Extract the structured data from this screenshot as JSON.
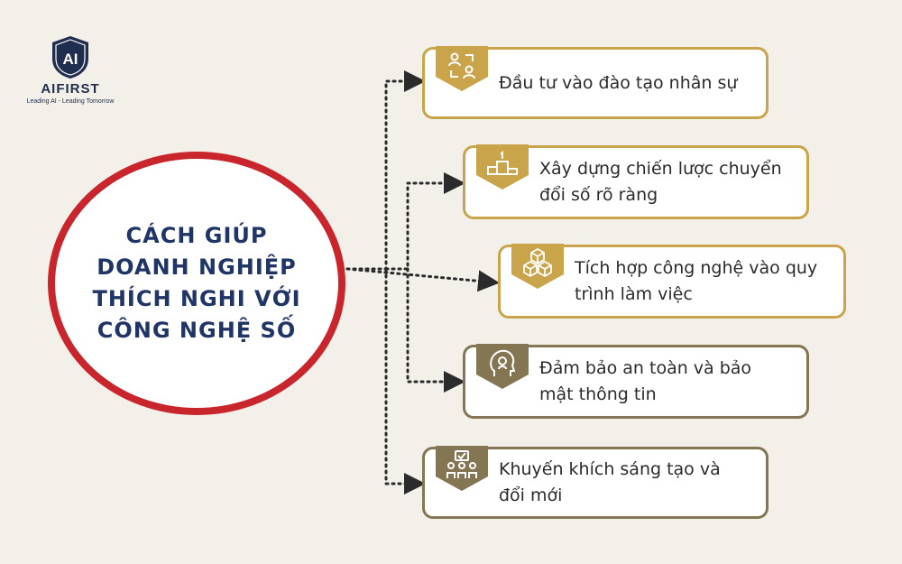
{
  "logo": {
    "mark": "AI",
    "name": "AIFIRST",
    "tagline": "Leading AI - Leading Tomorrow"
  },
  "center": {
    "title": "CÁCH GIÚP\nDOANH NGHIỆP\nTHÍCH NGHI VỚI\nCÔNG NGHỆ SỐ"
  },
  "colors": {
    "background": "#f3efe9",
    "circle_border": "#c8252c",
    "title": "#1f3566",
    "card_border_gold": "#c9a44a",
    "card_border_olive": "#847553",
    "badge_gold": "#c9a44a",
    "badge_olive": "#847553"
  },
  "items": [
    {
      "text": "Đầu tư vào đào tạo nhân sự",
      "icon": "people-exchange-icon",
      "tone": "gold"
    },
    {
      "text": "Xây dựng chiến lược chuyển\nđổi số rõ ràng",
      "icon": "podium-icon",
      "tone": "gold"
    },
    {
      "text": "Tích hợp công nghệ vào quy\ntrình làm việc",
      "icon": "cubes-icon",
      "tone": "gold"
    },
    {
      "text": "Đảm bảo an toàn và bảo\nmật thông tin",
      "icon": "head-security-icon",
      "tone": "olive"
    },
    {
      "text": "Khuyến khích sáng tạo và\nđổi mới",
      "icon": "team-idea-icon",
      "tone": "olive"
    }
  ]
}
